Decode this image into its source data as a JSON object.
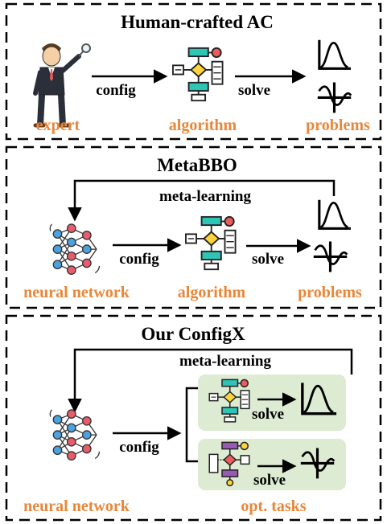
{
  "colors": {
    "accent_label": "#e8873a",
    "algo_teal": "#2ec4b6",
    "algo_yellow": "#ffd43b",
    "algo_red": "#e85d5d",
    "algo_purple": "#9b59b6",
    "net_blue": "#4aa3df",
    "net_red": "#e85d6c",
    "task_bg": "#dcebd2"
  },
  "icons": [
    "expert-figure-icon",
    "flowchart-icon",
    "neural-network-icon",
    "bell-curve-icon",
    "oscillating-curve-icon"
  ],
  "panels": {
    "human": {
      "title": "Human-crafted AC",
      "config_label": "config",
      "solve_label": "solve",
      "expert_label": "expert",
      "algorithm_label": "algorithm",
      "problems_label": "problems"
    },
    "metabbo": {
      "title": "MetaBBO",
      "meta_label": "meta-learning",
      "config_label": "config",
      "solve_label": "solve",
      "network_label": "neural network",
      "algorithm_label": "algorithm",
      "problems_label": "problems"
    },
    "configx": {
      "title": "Our ConfigX",
      "meta_label": "meta-learning",
      "config_label": "config",
      "solve1_label": "solve",
      "solve2_label": "solve",
      "network_label": "neural network",
      "tasks_label": "opt. tasks"
    }
  }
}
